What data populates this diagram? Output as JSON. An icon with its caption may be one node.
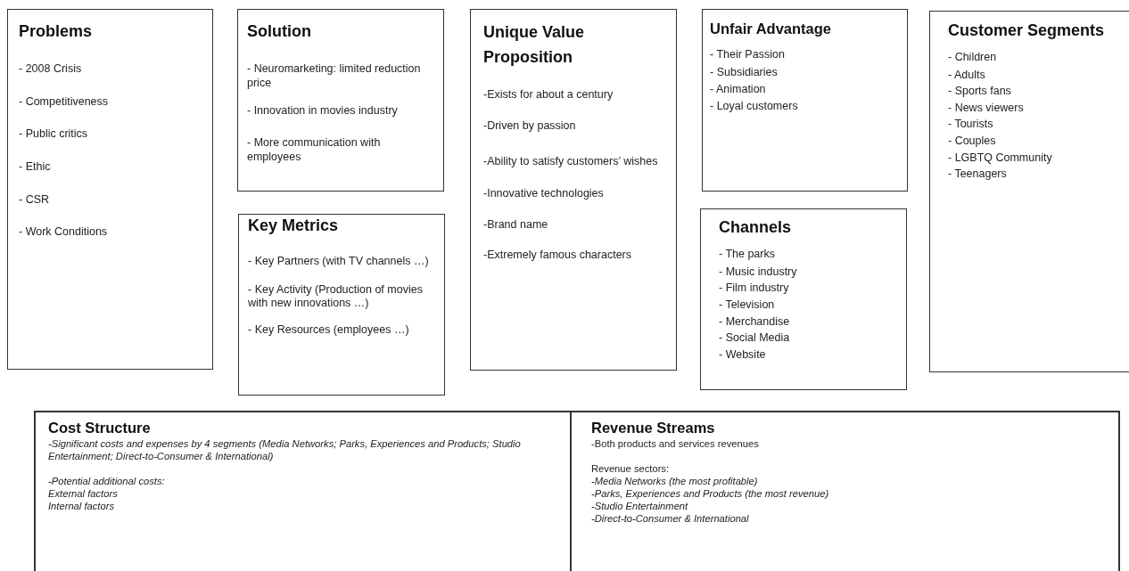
{
  "diagram": {
    "nodes": [
      {
        "text": [
          "Problems",
          "- 2008 Crisis",
          "- Competitiveness",
          "- Public critics",
          "- Ethic",
          "- CSR",
          "- Work Conditions"
        ]
      },
      {
        "text": [
          "Solution",
          "- Neuromarketing: limited reduction price",
          "- Innovation in movies industry",
          "- More communication with employees"
        ]
      },
      {
        "text": [
          "Key Metrics",
          "- Key Partners (with TV channels …)",
          "- Key Activity (Production of movies with new innovations …)",
          "- Key Resources (employees …)"
        ]
      },
      {
        "text": [
          "Unique Value Proposition",
          "-Exists for about a century",
          "-Driven by passion",
          "-Ability to satisfy customers’ wishes",
          "-Innovative technologies",
          "-Brand name",
          "-Extremely famous characters"
        ]
      },
      {
        "text": [
          "Unfair Advantage",
          "- Their Passion",
          "- Subsidiaries",
          "- Animation",
          "- Loyal customers"
        ]
      },
      {
        "text": [
          "Channels",
          "- The parks",
          "- Music industry",
          "- Film industry",
          "- Television",
          "- Merchandise",
          "- Social Media",
          "- Website"
        ]
      },
      {
        "text": [
          "Customer Segments",
          "- Children",
          "- Adults",
          "- Sports fans",
          "- News viewers",
          "- Tourists",
          "- Couples",
          "- LGBTQ Community",
          "- Teenagers"
        ]
      },
      {
        "text": [
          "Cost Structure",
          "*-Significant costs and expenses by 4 segments (Media Networks; Parks, Experiences and Products; Studio Entertainment; Direct-to-Consumer & International)*",
          "*-Potential additional costs:*",
          "*External factors*",
          "*Internal factors*"
        ]
      },
      {
        "text": [
          "Revenue Streams",
          "-Both products and services revenues",
          "Revenue sectors:",
          "*-Media Networks (the most profitable)*",
          "*-Parks, Experiences and Products (the most revenue)*",
          "*-Studio Entertainment*",
          "*-Direct-to-Consumer & International*"
        ]
      }
    ]
  }
}
